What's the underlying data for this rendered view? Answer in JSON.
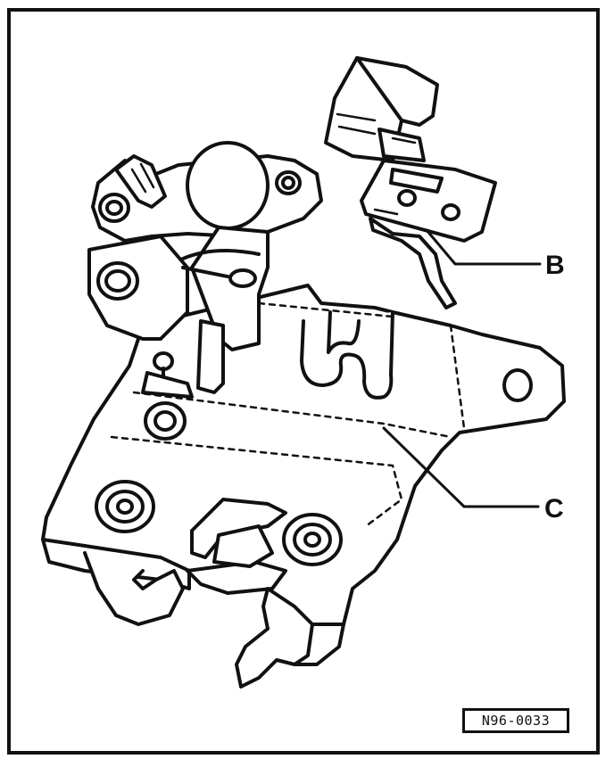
{
  "diagram": {
    "callouts": [
      {
        "id": "b",
        "label": "B",
        "target": "switch"
      },
      {
        "id": "c",
        "label": "C",
        "target": "lock-plate"
      }
    ],
    "reference_code": "N96-0033",
    "line_color": "#111111",
    "background_color": "#ffffff"
  }
}
